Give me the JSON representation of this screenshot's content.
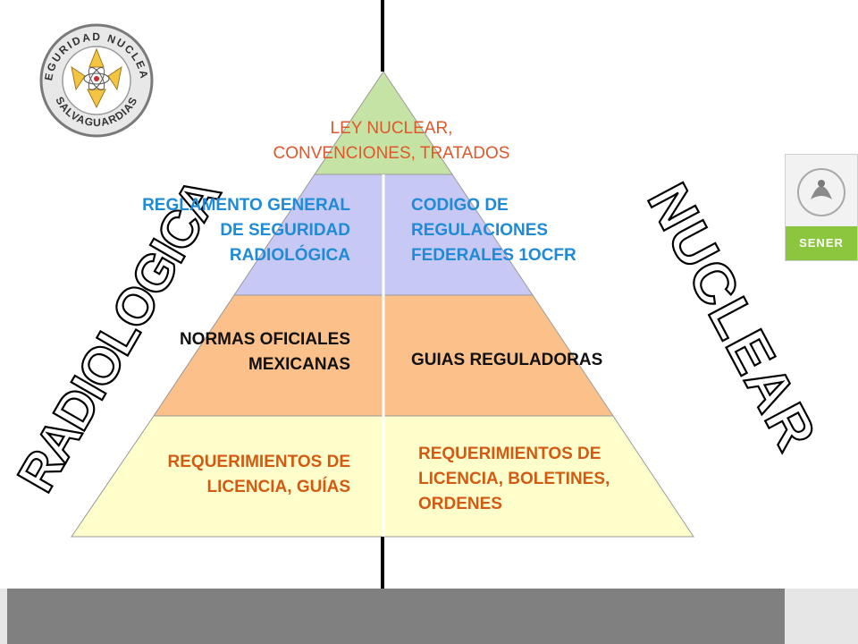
{
  "pyramid": {
    "top": {
      "lines": [
        "LEY NUCLEAR,",
        "CONVENCIONES, TRATADOS"
      ],
      "color": "#e0572a",
      "fill": "#c5e3a5"
    },
    "tier2": {
      "left": [
        "REGLAMENTO GENERAL",
        "DE SEGURIDAD",
        "RADIOLÓGICA"
      ],
      "right": [
        "CODIGO DE",
        "REGULACIONES",
        "FEDERALES 1OCFR"
      ],
      "color": "#1f8bd6",
      "fill": "#c8c8f4"
    },
    "tier3": {
      "left": [
        "NORMAS OFICIALES",
        "MEXICANAS"
      ],
      "right": [
        "GUIAS REGULADORAS"
      ],
      "color": "#111111",
      "fill": "#fcc08a"
    },
    "tier4": {
      "left": [
        "REQUERIMIENTOS DE",
        "LICENCIA, GUÍAS"
      ],
      "right": [
        "REQUERIMIENTOS DE",
        "LICENCIA, BOLETINES,",
        "ORDENES"
      ],
      "color": "#d45a14",
      "fill": "#ffffcc"
    }
  },
  "side_words": {
    "left": "RADIOLOGICA",
    "right": "NUCLEAR"
  },
  "logo": {
    "top_text": "SEGURIDAD  NUCLEAR",
    "bottom_text": "SALVAGUARDIAS"
  },
  "sener": {
    "label": "SENER",
    "band_color": "#8cc63f"
  }
}
